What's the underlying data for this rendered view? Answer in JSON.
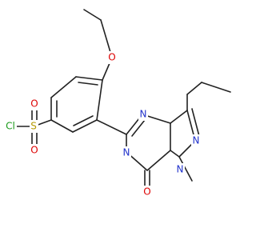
{
  "molecule": {
    "colors": {
      "bond": "#222222",
      "carbon": "#222222",
      "oxygen": "#dd0000",
      "nitrogen": "#2233cc",
      "sulfur": "#b59a00",
      "chlorine": "#1a9a1a",
      "background": "#ffffff"
    },
    "atom_labels": {
      "chlorine": "Cl",
      "sulfur": "S",
      "sulfonyl_oxygen_top": "O",
      "sulfonyl_oxygen_bottom": "O",
      "ether_oxygen": "O",
      "pyrimidine_n_top": "N",
      "pyrimidine_n_left": "N",
      "pyrazole_n_imine": "N",
      "pyrazole_n_methyl": "N",
      "carbonyl_oxygen": "O"
    }
  }
}
